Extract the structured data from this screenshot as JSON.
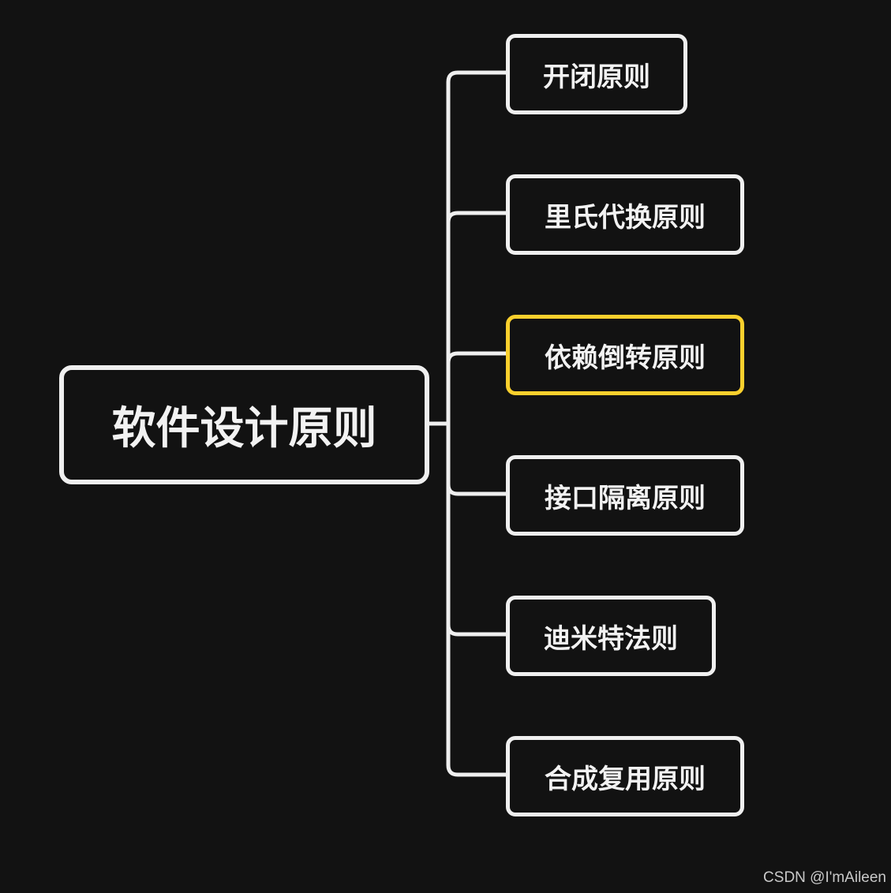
{
  "root": {
    "label": "软件设计原则"
  },
  "children": [
    {
      "label": "开闭原则",
      "highlighted": false
    },
    {
      "label": "里氏代换原则",
      "highlighted": false
    },
    {
      "label": "依赖倒转原则",
      "highlighted": true
    },
    {
      "label": "接口隔离原则",
      "highlighted": false
    },
    {
      "label": "迪米特法则",
      "highlighted": false
    },
    {
      "label": "合成复用原则",
      "highlighted": false
    }
  ],
  "colors": {
    "background": "#121212",
    "border": "#efefef",
    "highlight_border": "#fbd02d",
    "connector": "#efefef",
    "text": "#f2f2f2"
  },
  "watermark": "CSDN @I'mAileen"
}
